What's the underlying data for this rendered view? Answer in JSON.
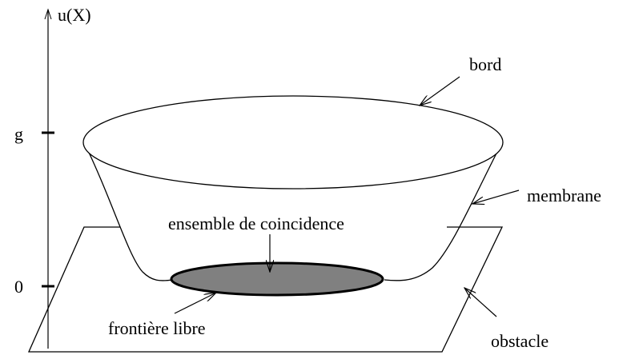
{
  "labels": {
    "axis": "u(X)",
    "g_tick": "g",
    "zero_tick": "0",
    "bord": "bord",
    "membrane": "membrane",
    "coincidence": "ensemble de coincidence",
    "frontiere": "frontière libre",
    "obstacle": "obstacle"
  },
  "colors": {
    "coincidence_fill": "#808080",
    "stroke": "#000000"
  }
}
